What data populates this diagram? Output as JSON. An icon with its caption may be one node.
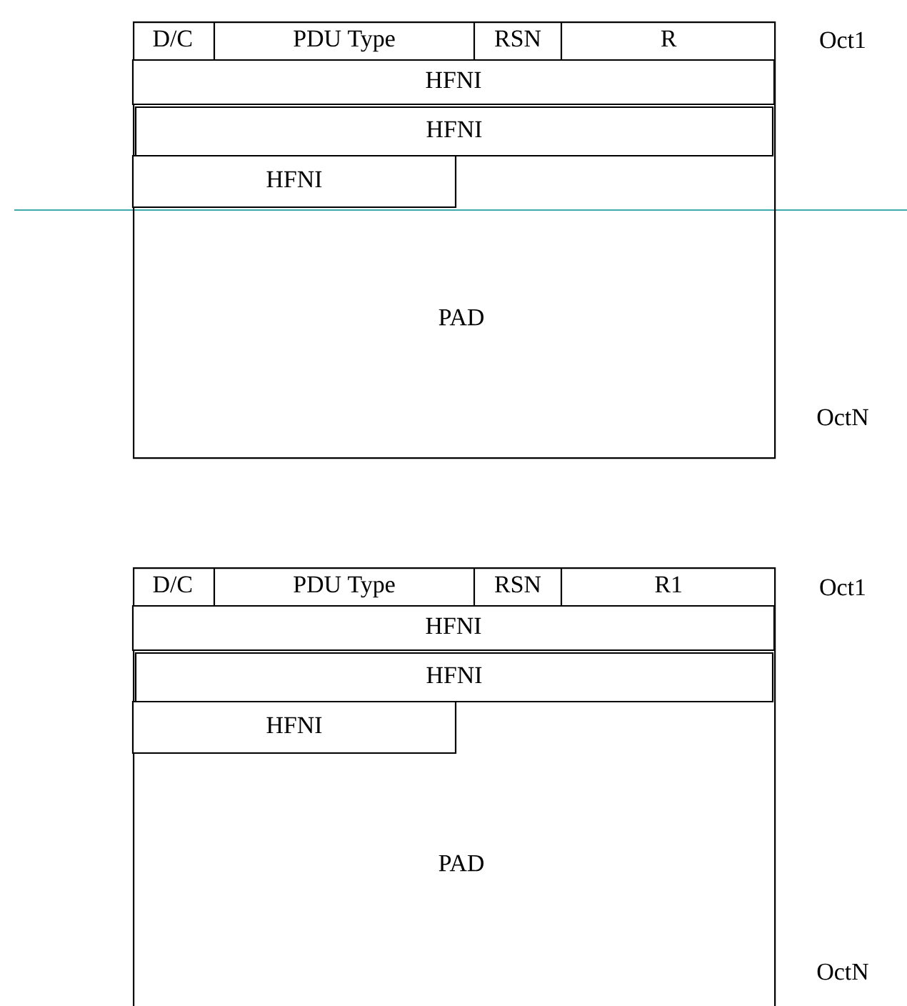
{
  "diagram": {
    "nodes": [
      {
        "text": [
          "PAD"
        ]
      },
      {
        "text": [
          "D/C"
        ],
        "in": 0
      },
      {
        "text": [
          "PDU Type"
        ],
        "in": 0
      },
      {
        "text": [
          "RSN"
        ],
        "in": 0
      },
      {
        "text": [
          "R"
        ],
        "in": 0
      },
      {
        "text": [
          "HFNI"
        ],
        "in": 0
      },
      {
        "text": [
          "HFNI"
        ],
        "in": 0
      },
      {
        "text": [
          "HFNI"
        ],
        "in": 0
      },
      {
        "text": [
          "PAD"
        ]
      },
      {
        "text": [
          "D/C"
        ],
        "in": 8
      },
      {
        "text": [
          "PDU Type"
        ],
        "in": 8
      },
      {
        "text": [
          "RSN"
        ],
        "in": 8
      },
      {
        "text": [
          "R1"
        ],
        "in": 8
      },
      {
        "text": [
          "HFNI"
        ],
        "in": 8
      },
      {
        "text": [
          "HFNI"
        ],
        "in": 8
      },
      {
        "text": [
          "HFNI"
        ],
        "in": 8
      }
    ],
    "labels": [
      "Oct1",
      "OctN",
      "Oct1",
      "OctN"
    ]
  }
}
